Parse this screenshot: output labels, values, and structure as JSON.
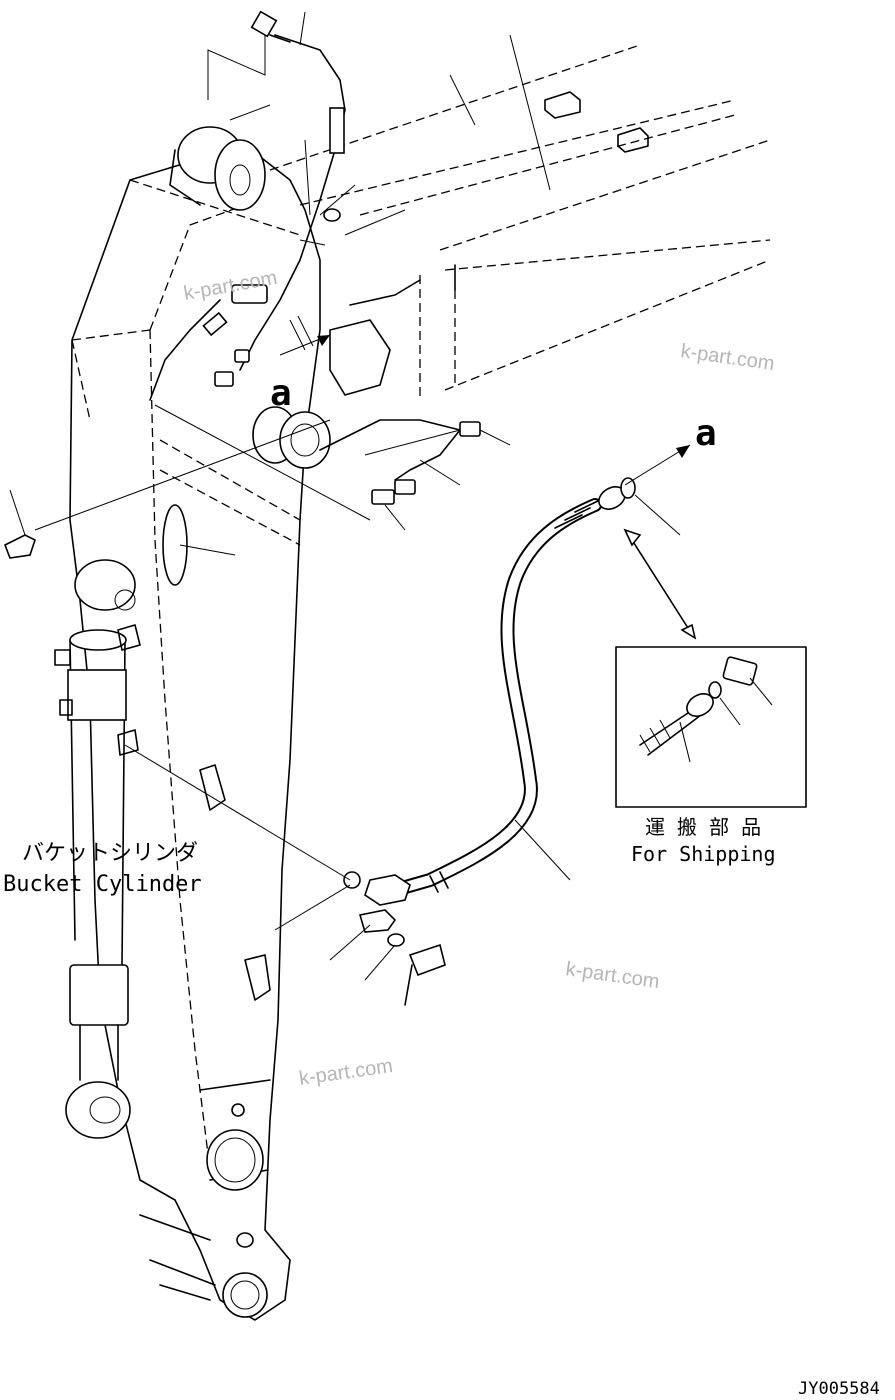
{
  "labels": {
    "bucket_cylinder_jp": "バケットシリンダ",
    "bucket_cylinder_en": "Bucket Cylinder",
    "for_shipping_jp": "運 搬 部 品",
    "for_shipping_en": "For Shipping",
    "view_ref_main": "a",
    "view_ref_detail": "a",
    "drawing_number": "JY005584"
  },
  "watermarks": [
    "k-part.com",
    "k-part.com",
    "k-part.com",
    "k-part.com"
  ]
}
